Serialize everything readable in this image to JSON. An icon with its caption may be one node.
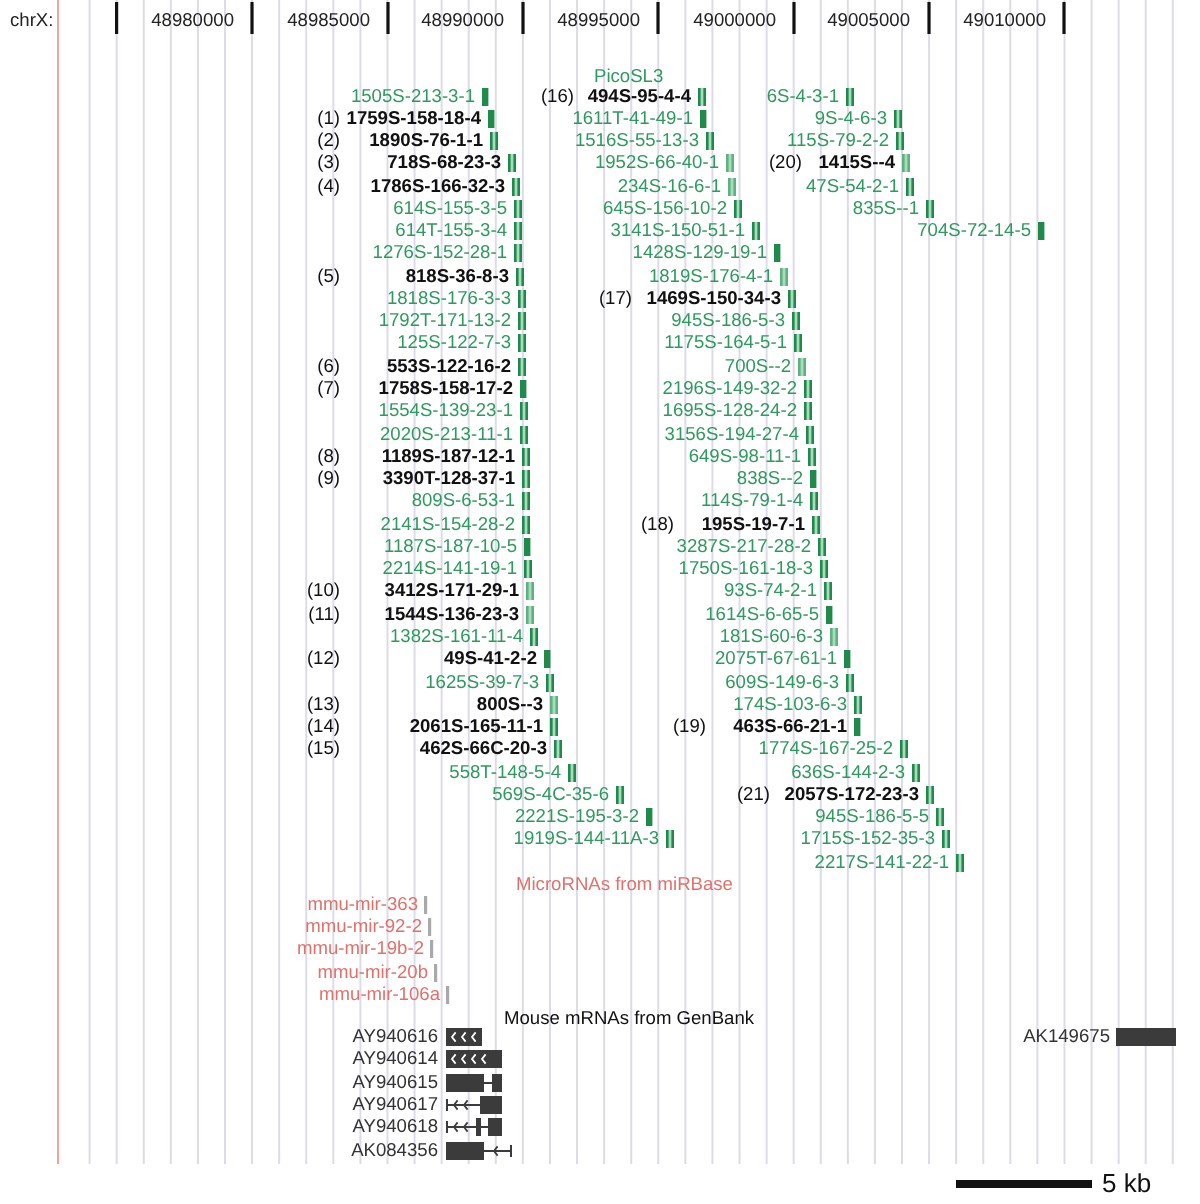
{
  "diagram": {
    "labels": [
      "chrX:",
      "48980000",
      "48985000",
      "48990000",
      "48995000",
      "49000000",
      "49005000",
      "49010000",
      "PicoSL3",
      "1505S-213-3-1",
      "(16)",
      "494S-95-4-4",
      "6S-4-3-1",
      "(1)",
      "1759S-158-18-4",
      "1611T-41-49-1",
      "9S-4-6-3",
      "(2)",
      "1890S-76-1-1",
      "1516S-55-13-3",
      "115S-79-2-2",
      "(3)",
      "718S-68-23-3",
      "1952S-66-40-1",
      "(20)",
      "1415S--4",
      "(4)",
      "1786S-166-32-3",
      "234S-16-6-1",
      "47S-54-2-1",
      "614S-155-3-5",
      "645S-156-10-2",
      "835S--1",
      "614T-155-3-4",
      "3141S-150-51-1",
      "704S-72-14-5",
      "1276S-152-28-1",
      "1428S-129-19-1",
      "(5)",
      "818S-36-8-3",
      "1819S-176-4-1",
      "1818S-176-3-3",
      "(17)",
      "1469S-150-34-3",
      "1792T-171-13-2",
      "945S-186-5-3",
      "125S-122-7-3",
      "1175S-164-5-1",
      "(6)",
      "553S-122-16-2",
      "700S--2",
      "(7)",
      "1758S-158-17-2",
      "2196S-149-32-2",
      "1554S-139-23-1",
      "1695S-128-24-2",
      "2020S-213-11-1",
      "3156S-194-27-4",
      "(8)",
      "1189S-187-12-1",
      "649S-98-11-1",
      "(9)",
      "3390T-128-37-1",
      "838S--2",
      "809S-6-53-1",
      "114S-79-1-4",
      "2141S-154-28-2",
      "(18)",
      "195S-19-7-1",
      "1187S-187-10-5",
      "3287S-217-28-2",
      "2214S-141-19-1",
      "1750S-161-18-3",
      "(10)",
      "3412S-171-29-1",
      "93S-74-2-1",
      "(11)",
      "1544S-136-23-3",
      "1614S-6-65-5",
      "1382S-161-11-4",
      "181S-60-6-3",
      "(12)",
      "49S-41-2-2",
      "2075T-67-61-1",
      "1625S-39-7-3",
      "609S-149-6-3",
      "(13)",
      "800S--3",
      "174S-103-6-3",
      "(14)",
      "2061S-165-11-1",
      "(19)",
      "463S-66-21-1",
      "(15)",
      "462S-66C-20-3",
      "1774S-167-25-2",
      "558T-148-5-4",
      "636S-144-2-3",
      "569S-4C-35-6",
      "(21)",
      "2057S-172-23-3",
      "2221S-195-3-2",
      "945S-186-5-5",
      "1919S-144-11A-3",
      "1715S-152-35-3",
      "2217S-141-22-1",
      "MicroRNAs from miRBase",
      "mmu-mir-363",
      "mmu-mir-92-2",
      "mmu-mir-19b-2",
      "mmu-mir-20b",
      "mmu-mir-106a",
      "Mouse mRNAs from GenBank",
      "AY940616",
      "AK149675",
      "AY940614",
      "AY940615",
      "AY940617",
      "AY940618",
      "AK084356",
      "5 kb"
    ]
  }
}
